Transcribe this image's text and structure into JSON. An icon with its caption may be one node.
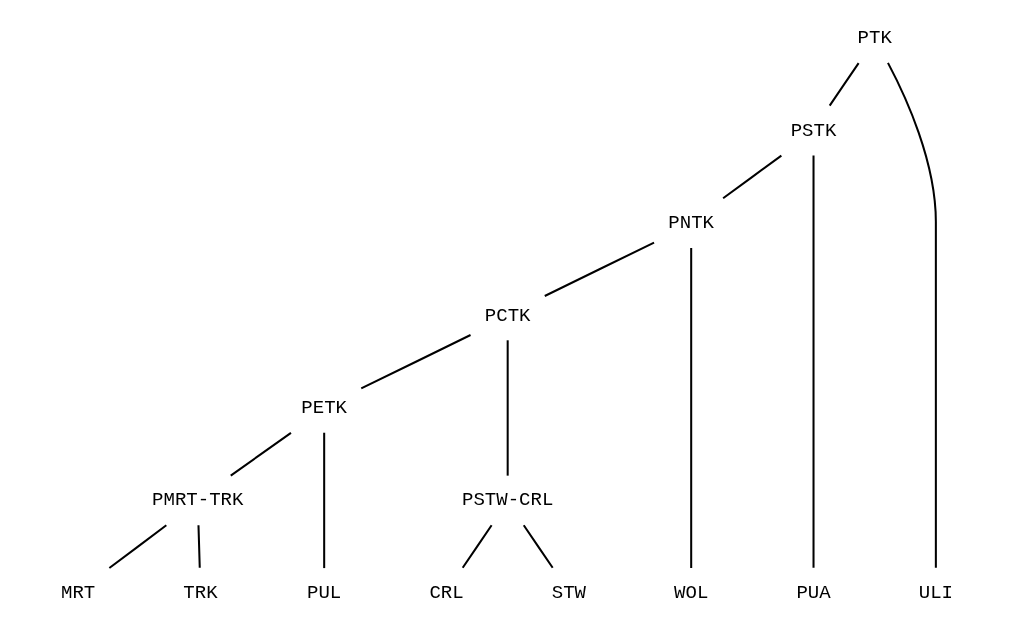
{
  "diagram": {
    "nodes": [
      {
        "text": [
          "PTK"
        ]
      },
      {
        "text": [
          "PSTK"
        ]
      },
      {
        "text": [
          "PNTK"
        ]
      },
      {
        "text": [
          "PCTK"
        ]
      },
      {
        "text": [
          "PETK"
        ]
      },
      {
        "text": [
          "PSTW-CRL"
        ]
      },
      {
        "text": [
          "PMRT-TRK"
        ]
      },
      {
        "text": [
          "ULI"
        ]
      },
      {
        "text": [
          "PUA"
        ]
      },
      {
        "text": [
          "WOL"
        ]
      },
      {
        "text": [
          "CRL"
        ]
      },
      {
        "text": [
          "STW"
        ]
      },
      {
        "text": [
          "PUL"
        ]
      },
      {
        "text": [
          "MRT"
        ]
      },
      {
        "text": [
          "TRK"
        ]
      }
    ],
    "edges": [
      {
        "from": 0,
        "to": 7,
        "arrow": "none"
      },
      {
        "from": 0,
        "to": 1,
        "arrow": "none"
      },
      {
        "from": 1,
        "to": 8,
        "arrow": "none"
      },
      {
        "from": 1,
        "to": 2,
        "arrow": "none"
      },
      {
        "from": 2,
        "to": 9,
        "arrow": "none"
      },
      {
        "from": 2,
        "to": 3,
        "arrow": "none"
      },
      {
        "from": 3,
        "to": 5,
        "arrow": "none"
      },
      {
        "from": 3,
        "to": 4,
        "arrow": "none"
      },
      {
        "from": 5,
        "to": 10,
        "arrow": "none"
      },
      {
        "from": 5,
        "to": 11,
        "arrow": "none"
      },
      {
        "from": 4,
        "to": 12,
        "arrow": "none"
      },
      {
        "from": 4,
        "to": 6,
        "arrow": "none"
      },
      {
        "from": 6,
        "to": 13,
        "arrow": "none"
      },
      {
        "from": 6,
        "to": 14,
        "arrow": "none"
      }
    ]
  }
}
